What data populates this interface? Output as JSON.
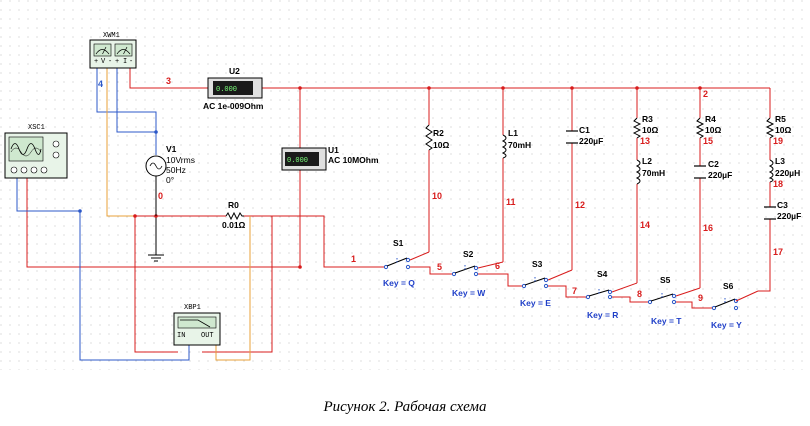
{
  "caption": "Рисунок 2. Рабочая схема",
  "instruments": {
    "multimeter": {
      "ref": "XWM1",
      "pins": [
        "+",
        "V",
        "-",
        "+",
        "I",
        "-"
      ]
    },
    "oscilloscope": {
      "ref": "XSC1"
    },
    "bode_plotter": {
      "ref": "XBP1",
      "in_label": "IN",
      "out_label": "OUT"
    }
  },
  "meters": {
    "u2": {
      "ref": "U2",
      "reading": "0.000",
      "spec": "AC  1e-009Ohm"
    },
    "u1": {
      "ref": "U1",
      "reading": "0.000",
      "spec": "AC  10MOhm"
    }
  },
  "source": {
    "ref": "V1",
    "value": "10Vrms",
    "freq": "50Hz",
    "phase": "0°"
  },
  "components": {
    "r0": {
      "ref": "R0",
      "value": "0.01Ω"
    },
    "r2": {
      "ref": "R2",
      "value": "10Ω"
    },
    "l1": {
      "ref": "L1",
      "value": "70mH"
    },
    "c1": {
      "ref": "C1",
      "value": "220µF"
    },
    "r3": {
      "ref": "R3",
      "value": "10Ω"
    },
    "l2": {
      "ref": "L2",
      "value": "70mH"
    },
    "r4": {
      "ref": "R4",
      "value": "10Ω"
    },
    "c2": {
      "ref": "C2",
      "value": "220µF"
    },
    "r5": {
      "ref": "R5",
      "value": "10Ω"
    },
    "l3": {
      "ref": "L3",
      "value": "220µH"
    },
    "c3": {
      "ref": "C3",
      "value": "220µF"
    }
  },
  "switches": [
    {
      "ref": "S1",
      "key": "Key = Q"
    },
    {
      "ref": "S2",
      "key": "Key = W"
    },
    {
      "ref": "S3",
      "key": "Key = E"
    },
    {
      "ref": "S4",
      "key": "Key = R"
    },
    {
      "ref": "S5",
      "key": "Key = T"
    },
    {
      "ref": "S6",
      "key": "Key = Y"
    }
  ],
  "nets": {
    "n0": "0",
    "n1": "1",
    "n2": "2",
    "n3": "3",
    "n4": "4",
    "n5": "5",
    "n6": "6",
    "n7": "7",
    "n8": "8",
    "n9": "9",
    "n10": "10",
    "n11": "11",
    "n12": "12",
    "n13": "13",
    "n14": "14",
    "n15": "15",
    "n16": "16",
    "n17": "17",
    "n18": "18",
    "n19": "19"
  },
  "colors": {
    "wire_red": "#d81c1c",
    "wire_blue": "#2c58c8",
    "wire_orange": "#e8a23a",
    "grid": "#cfcfcf",
    "key_text": "#1f3fc8"
  }
}
